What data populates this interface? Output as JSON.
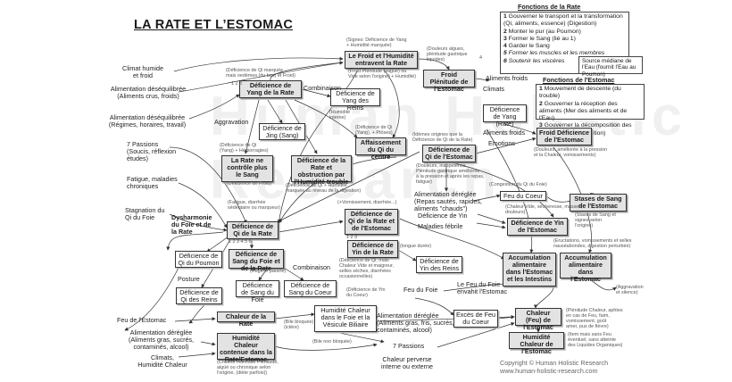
{
  "title": "LA RATE ET L’ESTOMAC",
  "watermark": "Human Holistic Research",
  "fonctions_rate": {
    "title": "Fonctions de la Rate",
    "items": [
      {
        "n": "1",
        "text": "Gouverner le transport et la transformation (Qi, aliments, essence) (Digestion)"
      },
      {
        "n": "2",
        "text": "Monter le pur (au Poumon)"
      },
      {
        "n": "3",
        "text": "Former le Sang (lié au 1)"
      },
      {
        "n": "4",
        "text": "Garder le Sang"
      },
      {
        "n": "5",
        "text": "Former les muscles et les membres"
      },
      {
        "n": "6",
        "text": "Soutenir les viscères"
      }
    ],
    "source": "Source médiane de l'Eau (fournit l'Eau au Poumon)"
  },
  "fonctions_estomac": {
    "title": "Fonctions de l'Estomac",
    "items": [
      {
        "n": "1",
        "text": "Mouvement de descente (du trouble)"
      },
      {
        "n": "2",
        "text": "Gouverner la réception des aliments (Mer des aliments et de l'Eau)"
      },
      {
        "n": "3",
        "text": "Gouverner la décomposition des aliments (1ère digestion)"
      }
    ]
  },
  "boxes": [
    {
      "id": "froid_humidite",
      "label": "Le Froid et l'Humidité entravent la Rate"
    },
    {
      "id": "def_yang_rate",
      "label": "Déficience de Yang de la Rate"
    },
    {
      "id": "def_yang_reins",
      "label": "Déficience de Yang des Reins"
    },
    {
      "id": "def_jing",
      "label": "Déficience de Jing (Sang)"
    },
    {
      "id": "rate_controle",
      "label": "La Rate ne contrôle plus le Sang"
    },
    {
      "id": "def_rate_obstruction",
      "label": "Déficience de la Rate et obstruction par l'Humidité trouble"
    },
    {
      "id": "affaissement",
      "label": "Affaissement du Qi du centre"
    },
    {
      "id": "froid_plenitude",
      "label": "Froid Plénitude de l'Estomac"
    },
    {
      "id": "def_yang_rate2",
      "label": "Déficience de Yang (Rate)"
    },
    {
      "id": "froid_def_estomac",
      "label": "Froid Déficience de l'Estomac"
    },
    {
      "id": "def_qi_estomac",
      "label": "Déficience de Qi de l'Estomac"
    },
    {
      "id": "feu_coeur",
      "label": "Feu du Coeur"
    },
    {
      "id": "def_yin_estomac",
      "label": "Déficience de Yin de l'Estomac"
    },
    {
      "id": "stases_sang",
      "label": "Stases de Sang de l'Estomac"
    },
    {
      "id": "def_qi_rate_estomac",
      "label": "Déficience de Qi de la Rate et de l'Estomac"
    },
    {
      "id": "def_qi_rate",
      "label": "Déficience de Qi de la Rate"
    },
    {
      "id": "def_yin_rate",
      "label": "Déficience de Yin de la Rate"
    },
    {
      "id": "def_qi_poumon",
      "label": "Déficience de Qi du Poumon"
    },
    {
      "id": "def_qi_reins",
      "label": "Déficience de Qi des Reins"
    },
    {
      "id": "def_sang_foie_rate",
      "label": "Déficience de Sang du Foie et de la Rate"
    },
    {
      "id": "def_sang_coeur",
      "label": "Déficience de Sang du Coeur"
    },
    {
      "id": "def_sang_foie",
      "label": "Déficience de Sang du Foie"
    },
    {
      "id": "def_yin_reins",
      "label": "Déficience de Yin des Reins"
    },
    {
      "id": "accum_estomac_intestins",
      "label": "Accumulation alimentaire dans l'Estomac et les Intestins"
    },
    {
      "id": "accum_estomac",
      "label": "Accumulation alimentaire dans l'Estomac"
    },
    {
      "id": "chaleur_rate",
      "label": "Chaleur de la Rate"
    },
    {
      "id": "humidite_chaleur_vb",
      "label": "Humidité Chaleur dans le Foie et la Vésicule Biliaire"
    },
    {
      "id": "humidite_chaleur_rate",
      "label": "Humidité Chaleur contenue dans la Rate/Estomac"
    },
    {
      "id": "excès_feu_coeur",
      "label": "Excès de Feu du Coeur"
    },
    {
      "id": "chaleur_feu_estomac",
      "label": "Chaleur (Feu) de l'Estomac"
    },
    {
      "id": "humidite_chaleur_estomac",
      "label": "Humidité Chaleur de l'Estomac"
    }
  ],
  "texts": [
    {
      "id": "t_climat",
      "text": "Climat humide\net froid"
    },
    {
      "id": "t_alim_deseq",
      "text": "Alimentation déséquilibrée\n(Aliments crus, froids)"
    },
    {
      "id": "t_alim_deseq2",
      "text": "Alimentation déséquilibrée\n(Régimes, horaires, travail)"
    },
    {
      "id": "t_passions",
      "text": "7 Passions\n(Soucis, réflexion\nétudes)"
    },
    {
      "id": "t_fatigue",
      "text": "Fatigue, maladies\nchroniques"
    },
    {
      "id": "t_stagnation",
      "text": "Stagnation du\nQi du Foie"
    },
    {
      "id": "t_dysharmonie",
      "text": "Dysharmonie\ndu Foie et de\nla Rate"
    },
    {
      "id": "t_posture",
      "text": "Posture"
    },
    {
      "id": "t_feu_estomac",
      "text": "Feu de l'Estomac"
    },
    {
      "id": "t_alim_deseq3",
      "text": "Alimentation déréglée\n(Aliments gras, sucrés,\ncontaminés, alcool)"
    },
    {
      "id": "t_climats_hc",
      "text": "Climats,\nHumidité Chaleur"
    },
    {
      "id": "t_aggravation",
      "text": "Aggravation"
    },
    {
      "id": "t_combinaison",
      "text": "Combinaison"
    },
    {
      "id": "t_combinaison2",
      "text": "Combinaison"
    },
    {
      "id": "t_aliments_froids",
      "text": "Aliments froids"
    },
    {
      "id": "t_climats",
      "text": "Climats"
    },
    {
      "id": "t_aliments_froids2",
      "text": "Aliments froids"
    },
    {
      "id": "t_emotions",
      "text": "Emotions"
    },
    {
      "id": "t_alim_deregle",
      "text": "Alimentation déréglée\n(Repas sautés, rapides,\naliments \"chauds\")"
    },
    {
      "id": "t_def_yin",
      "text": "Déficience de Yin"
    },
    {
      "id": "t_maladies_febrile",
      "text": "Maladies fébrile"
    },
    {
      "id": "t_feu_foie",
      "text": "Feu du Foie"
    },
    {
      "id": "t_feu_foie_env",
      "text": "Le Feu du Foie\nenvahit l'Estomac"
    },
    {
      "id": "t_alim_deregle2",
      "text": "Alimentation déréglée\n(Aliments gras, fris, sucrés,\ncontaminés, alcool)"
    },
    {
      "id": "t_7_passions",
      "text": "7 Passions"
    },
    {
      "id": "t_chaleur_perverse",
      "text": "Chaleur perverse\ninterne ou externe"
    }
  ],
  "small_notes": [
    {
      "id": "s_signes_yang",
      "text": "(Signes: Déficience de Yang\n+ Humidité marquée)"
    },
    {
      "id": "s_froid_plenitude",
      "text": "(Froid Plénitude (vague) ou\nVide selon l'origine) + Humidité)"
    },
    {
      "id": "s_def_qi_marquee",
      "text": "(Déficience de Qi marquée\nmais oedèmes (du bas) et Froid)"
    },
    {
      "id": "s_123",
      "text": "1 2 3"
    },
    {
      "id": "s_humidite_interne",
      "text": "(Humidité\ninterne)"
    },
    {
      "id": "s_def_qi_yang_poses",
      "text": "(Déficience de Qi\n(Yang), + Ptôses)"
    },
    {
      "id": "s_def_qi_yang_hemorragies",
      "text": "(Déficience de Qi\n(Yang) + Hémorragies)"
    },
    {
      "id": "s_def_froid",
      "text": "(Déficience de Froid)"
    },
    {
      "id": "s_def_humidite",
      "text": "(Déficience de Qi + Humidité\nmarquée au niveau de la digestion)"
    },
    {
      "id": "s_douleurs_algues",
      "text": "(Douleurs algues,\nplénitude gastrique\nliquides)"
    },
    {
      "id": "s_4",
      "text": "4"
    },
    {
      "id": "s_signes_estomac",
      "text": "(Idèmes origines que la\nDéficience de Qi de la Rate)"
    },
    {
      "id": "s_douleurs",
      "text": "(Douleurs, inappétence,\nPlénitude gastrique améliorée\nà la pression et après les repas,\nfatigue)"
    },
    {
      "id": "s_douleurs_ameliorees",
      "text": "(Douleurs, améliorée à la pression\net la Chaleur, vomissements)"
    },
    {
      "id": "s_fatigue_diarrhee",
      "text": "(Fatigue, diarrhée\nsédentaire ou marqueur)"
    },
    {
      "id": "s_vomissements",
      "text": "(+Vomissement, diarrhée...)"
    },
    {
      "id": "s_123_2",
      "text": "1 2 3 4 5 6"
    },
    {
      "id": "s_123_3",
      "text": "1 2 3"
    },
    {
      "id": "s_congestion",
      "text": "(Congestion du Qi du Foie)"
    },
    {
      "id": "s_chaleur_vide",
      "text": "(Chaleur Vide, sécheresse, masses,\ndouleurs)"
    },
    {
      "id": "s_regime_pauvre",
      "text": "(Régime pauvre)"
    },
    {
      "id": "s_def_qi_yin",
      "text": "(Déficience de Qi, mais\nChaleur Vide et maigreur,\nselles sèches, diarrhées\noccasionnelles)"
    },
    {
      "id": "s_congue",
      "text": "(longue durée)"
    },
    {
      "id": "s_eructations",
      "text": "(Eructations, vomissements et selles\nnauséabondes, digestion perturbée)"
    },
    {
      "id": "s_stases_signes",
      "text": "(Stases de Sang et\nsignes selon\nl'origine)"
    },
    {
      "id": "s_aggravation2",
      "text": "(Aggravation\net silence)"
    },
    {
      "id": "s_bile",
      "text": "(Bile bloquée)\n(ictère)"
    },
    {
      "id": "s_bile2",
      "text": "(Bile non bloquée)"
    },
    {
      "id": "s_def_yin_coeur",
      "text": "(Déficience de Yin\ndu Coeur)"
    },
    {
      "id": "s_chaleur_humidite_signes",
      "text": "(Chaleur Humidité Plénitude,\naigüé ou chronique selon\nl'origine, (diète parfois))"
    },
    {
      "id": "s_plenitude_chaleur",
      "text": "(Plénitude Chaleur, aphtes\nen cas de Feu, faim,\nvomissement, goût\namer, pus de fièvre)"
    },
    {
      "id": "s_item_feu",
      "text": "(Item mais sans Feu\néventuel, sans atteinte\ndes Liquides Organiques)"
    }
  ],
  "copyright": [
    "Copyright © Human Holistic Research",
    "www.human-holistic-research.com"
  ]
}
